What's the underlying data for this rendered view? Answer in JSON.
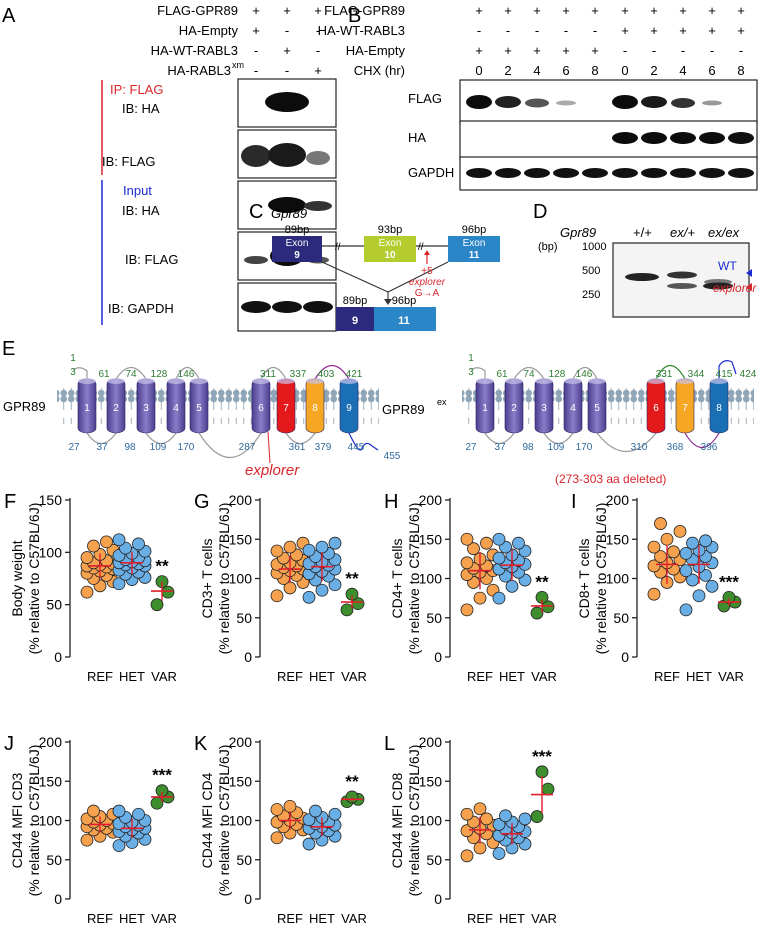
{
  "panel_letters": [
    "A",
    "B",
    "C",
    "D",
    "E",
    "F",
    "G",
    "H",
    "I",
    "J",
    "K",
    "L"
  ],
  "panelA": {
    "row_labels": [
      "FLAG-GPR89",
      "HA-Empty",
      "HA-WT-RABL3",
      "HA-RABL3"
    ],
    "row_label_sup": "xm",
    "signs": [
      [
        "+",
        "+",
        "+"
      ],
      [
        "+",
        "-",
        "-"
      ],
      [
        "-",
        "+",
        "-"
      ],
      [
        "-",
        "-",
        "+"
      ]
    ],
    "ip_label": "IP: FLAG",
    "input_label": "Input",
    "blot_labels": [
      "IB: HA",
      "IB: FLAG",
      "IB: HA",
      "IB: FLAG",
      "IB: GAPDH"
    ]
  },
  "panelB": {
    "row_labels": [
      "FLAG-GPR89",
      "HA-WT-RABL3",
      "HA-Empty",
      "CHX (hr)"
    ],
    "signs": [
      [
        "+",
        "+",
        "+",
        "+",
        "+",
        "+",
        "+",
        "+",
        "+",
        "+"
      ],
      [
        "-",
        "-",
        "-",
        "-",
        "-",
        "+",
        "+",
        "+",
        "+",
        "+"
      ],
      [
        "+",
        "+",
        "+",
        "+",
        "+",
        "-",
        "-",
        "-",
        "-",
        "-"
      ],
      [
        "0",
        "2",
        "4",
        "6",
        "8",
        "0",
        "2",
        "4",
        "6",
        "8"
      ]
    ],
    "blot_labels": [
      "FLAG",
      "HA",
      "GAPDH"
    ]
  },
  "panelC": {
    "gene": "Gpr89",
    "exons": [
      {
        "size": "89bp",
        "label": "Exon",
        "number": "9"
      },
      {
        "size": "93bp",
        "label": "Exon",
        "number": "10"
      },
      {
        "size": "96bp",
        "label": "Exon",
        "number": "11"
      }
    ],
    "mutation": [
      "+5",
      "explorer",
      "G→A"
    ],
    "product": [
      {
        "size": "89bp",
        "number": "9"
      },
      {
        "size": "96bp",
        "number": "11"
      }
    ]
  },
  "panelD": {
    "gene": "Gpr89",
    "lanes": [
      "+/+",
      "ex/+",
      "ex/ex"
    ],
    "bp_unit": "(bp)",
    "markers": [
      "1000",
      "500",
      "250"
    ],
    "bands": [
      "WT",
      "explorer"
    ]
  },
  "panelE": {
    "left": {
      "name": "GPR89",
      "helices": [
        "1",
        "2",
        "3",
        "4",
        "5",
        "6",
        "7",
        "8",
        "9"
      ],
      "top_numbers": [
        "1",
        "3",
        "61",
        "74",
        "128",
        "146",
        "311",
        "337",
        "403",
        "421"
      ],
      "bottom_numbers": [
        "27",
        "37",
        "98",
        "109",
        "170",
        "287",
        "361",
        "379",
        "445",
        "455"
      ],
      "callout": "explorer"
    },
    "right": {
      "name": "GPR89",
      "name_sup": "ex",
      "helices": [
        "1",
        "2",
        "3",
        "4",
        "5",
        "6",
        "7",
        "8"
      ],
      "top_numbers": [
        "1",
        "3",
        "61",
        "74",
        "128",
        "146",
        "331",
        "344",
        "415",
        "424"
      ],
      "bottom_numbers": [
        "27",
        "37",
        "98",
        "109",
        "170",
        "310",
        "368",
        "396"
      ],
      "note": "(273-303 aa deleted)"
    }
  },
  "colors": {
    "ref": "#f5a14e",
    "het": "#6aaee6",
    "var": "#3e8e2e",
    "mean_bar": "#e0202c",
    "helix_purple": "#6a5aa8",
    "helix_red": "#e3191b",
    "helix_orange": "#f5a623",
    "helix_blue": "#1a6fb5",
    "exon_navy": "#2b2a7c",
    "exon_lime": "#b5cc2e",
    "exon_blue": "#2a86c7",
    "red_text": "#d9262c",
    "blue_text": "#1d2bd1",
    "green_text": "#2e7d32"
  },
  "chart_data": [
    {
      "panel": "F",
      "type": "scatter",
      "ylabel": [
        "Body weight",
        "(% relative to C57BL/6J)"
      ],
      "categories": [
        "REF",
        "HET",
        "VAR"
      ],
      "ylim": [
        0,
        150
      ],
      "yticks": [
        0,
        50,
        100,
        150
      ],
      "means": [
        87,
        90,
        63
      ],
      "series": [
        {
          "name": "REF",
          "values": [
            62,
            68,
            72,
            75,
            78,
            80,
            82,
            84,
            85,
            86,
            87,
            88,
            89,
            90,
            92,
            95,
            98,
            102,
            106,
            110
          ]
        },
        {
          "name": "HET",
          "values": [
            70,
            74,
            76,
            79,
            81,
            83,
            85,
            87,
            88,
            89,
            90,
            91,
            92,
            93,
            95,
            97,
            99,
            101,
            104,
            108,
            112
          ]
        },
        {
          "name": "VAR",
          "values": [
            50,
            62,
            72
          ]
        }
      ],
      "significance": "**"
    },
    {
      "panel": "G",
      "type": "scatter",
      "ylabel": [
        "CD3+ T cells",
        "(% relative to C57BL/6J)"
      ],
      "categories": [
        "REF",
        "HET",
        "VAR"
      ],
      "ylim": [
        0,
        200
      ],
      "yticks": [
        0,
        50,
        100,
        150,
        200
      ],
      "means": [
        112,
        115,
        70
      ],
      "series": [
        {
          "name": "REF",
          "values": [
            78,
            88,
            95,
            100,
            104,
            107,
            110,
            112,
            114,
            116,
            118,
            120,
            123,
            126,
            130,
            135,
            140,
            145
          ]
        },
        {
          "name": "HET",
          "values": [
            76,
            85,
            92,
            98,
            103,
            106,
            109,
            112,
            115,
            117,
            119,
            121,
            124,
            128,
            132,
            136,
            140,
            145
          ]
        },
        {
          "name": "VAR",
          "values": [
            60,
            68,
            80
          ]
        }
      ],
      "significance": "**"
    },
    {
      "panel": "H",
      "type": "scatter",
      "ylabel": [
        "CD4+ T cells",
        "(% relative to C57BL/6J)"
      ],
      "categories": [
        "REF",
        "HET",
        "VAR"
      ],
      "ylim": [
        0,
        200
      ],
      "yticks": [
        0,
        50,
        100,
        150,
        200
      ],
      "means": [
        110,
        117,
        65
      ],
      "series": [
        {
          "name": "REF",
          "values": [
            60,
            75,
            85,
            95,
            100,
            105,
            108,
            110,
            113,
            116,
            120,
            125,
            130,
            138,
            145,
            150
          ]
        },
        {
          "name": "HET",
          "values": [
            75,
            90,
            98,
            103,
            108,
            112,
            115,
            118,
            120,
            123,
            126,
            130,
            135,
            140,
            145,
            150
          ]
        },
        {
          "name": "VAR",
          "values": [
            56,
            64,
            76
          ]
        }
      ],
      "significance": "**"
    },
    {
      "panel": "I",
      "type": "scatter",
      "ylabel": [
        "CD8+ T cells",
        "(% relative to C57BL/6J)"
      ],
      "categories": [
        "REF",
        "HET",
        "VAR"
      ],
      "ylim": [
        0,
        200
      ],
      "yticks": [
        0,
        50,
        100,
        150,
        200
      ],
      "means": [
        118,
        118,
        70
      ],
      "series": [
        {
          "name": "REF",
          "values": [
            80,
            95,
            102,
            108,
            112,
            116,
            120,
            124,
            128,
            134,
            140,
            150,
            160,
            170
          ]
        },
        {
          "name": "HET",
          "values": [
            60,
            78,
            90,
            98,
            104,
            110,
            115,
            120,
            124,
            128,
            132,
            136,
            140,
            145,
            148
          ]
        },
        {
          "name": "VAR",
          "values": [
            65,
            70,
            76
          ]
        }
      ],
      "significance": "***"
    },
    {
      "panel": "J",
      "type": "scatter",
      "ylabel": [
        "CD44 MFI CD3",
        "(% relative to C57BL/6J)"
      ],
      "categories": [
        "REF",
        "HET",
        "VAR"
      ],
      "ylim": [
        0,
        200
      ],
      "yticks": [
        0,
        50,
        100,
        150,
        200
      ],
      "means": [
        95,
        90,
        130
      ],
      "series": [
        {
          "name": "REF",
          "values": [
            75,
            80,
            85,
            88,
            90,
            92,
            94,
            96,
            98,
            100,
            102,
            105,
            108,
            112
          ]
        },
        {
          "name": "HET",
          "values": [
            68,
            72,
            76,
            80,
            84,
            86,
            88,
            90,
            92,
            94,
            96,
            98,
            100,
            104,
            108,
            112
          ]
        },
        {
          "name": "VAR",
          "values": [
            122,
            130,
            138
          ]
        }
      ],
      "significance": "***"
    },
    {
      "panel": "K",
      "type": "scatter",
      "ylabel": [
        "CD44 MFI CD4",
        "(% relative to C57BL/6J)"
      ],
      "categories": [
        "REF",
        "HET",
        "VAR"
      ],
      "ylim": [
        0,
        200
      ],
      "yticks": [
        0,
        50,
        100,
        150,
        200
      ],
      "means": [
        100,
        92,
        127
      ],
      "series": [
        {
          "name": "REF",
          "values": [
            78,
            84,
            88,
            92,
            95,
            98,
            100,
            103,
            106,
            110,
            114,
            118
          ]
        },
        {
          "name": "HET",
          "values": [
            70,
            75,
            80,
            84,
            87,
            90,
            92,
            94,
            96,
            98,
            101,
            104,
            108,
            112
          ]
        },
        {
          "name": "VAR",
          "values": [
            124,
            127,
            130
          ]
        }
      ],
      "significance": "**"
    },
    {
      "panel": "L",
      "type": "scatter",
      "ylabel": [
        "CD44 MFI CD8",
        "(% relative to C57BL/6J)"
      ],
      "categories": [
        "REF",
        "HET",
        "VAR"
      ],
      "ylim": [
        0,
        200
      ],
      "yticks": [
        0,
        50,
        100,
        150,
        200
      ],
      "means": [
        88,
        83,
        133
      ],
      "series": [
        {
          "name": "REF",
          "values": [
            55,
            65,
            72,
            78,
            83,
            87,
            90,
            94,
            98,
            102,
            108,
            115
          ]
        },
        {
          "name": "HET",
          "values": [
            58,
            65,
            70,
            75,
            78,
            81,
            84,
            86,
            89,
            92,
            95,
            98,
            102,
            106
          ]
        },
        {
          "name": "VAR",
          "values": [
            105,
            140,
            162
          ]
        }
      ],
      "significance": "***"
    }
  ]
}
